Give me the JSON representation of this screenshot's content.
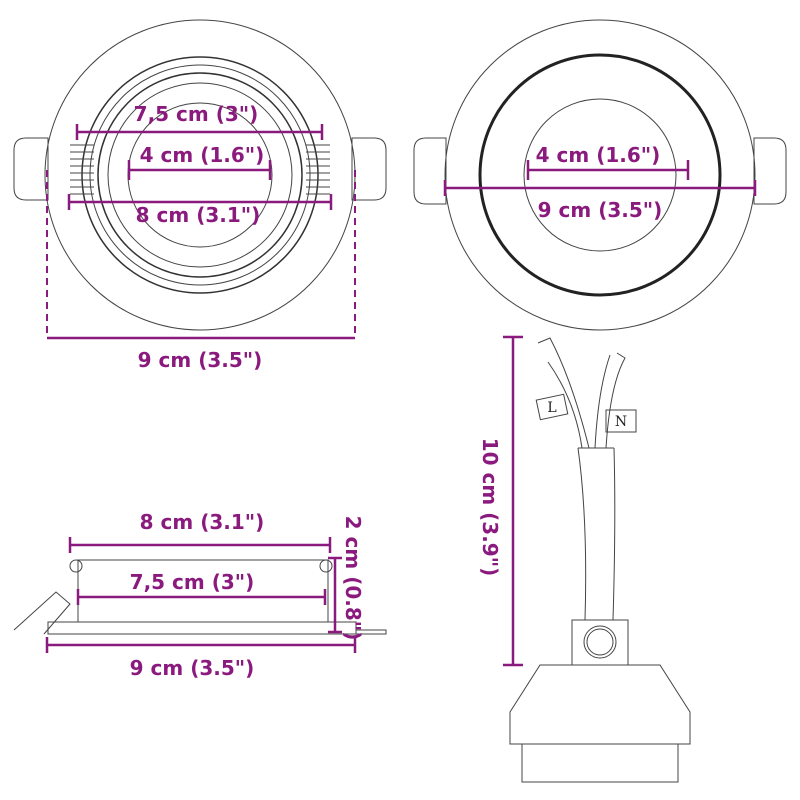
{
  "accent_color": "#8b1a7e",
  "front_view": {
    "dim_outer_ring": "7,5 cm (3\")",
    "dim_lens": "4 cm (1.6\")",
    "dim_cutout": "8 cm (3.1\")",
    "dim_overall": "9 cm (3.5\")"
  },
  "top_view": {
    "dim_lens": "4 cm (1.6\")",
    "dim_overall": "9 cm (3.5\")"
  },
  "side_view": {
    "dim_cutout": "8 cm (3.1\")",
    "dim_body": "7,5 cm (3\")",
    "dim_overall": "9 cm (3.5\")",
    "dim_height": "2 cm (0.8\")"
  },
  "driver_view": {
    "dim_cable_length": "10 cm (3.9\")",
    "wire_labels": [
      "L",
      "N"
    ]
  }
}
